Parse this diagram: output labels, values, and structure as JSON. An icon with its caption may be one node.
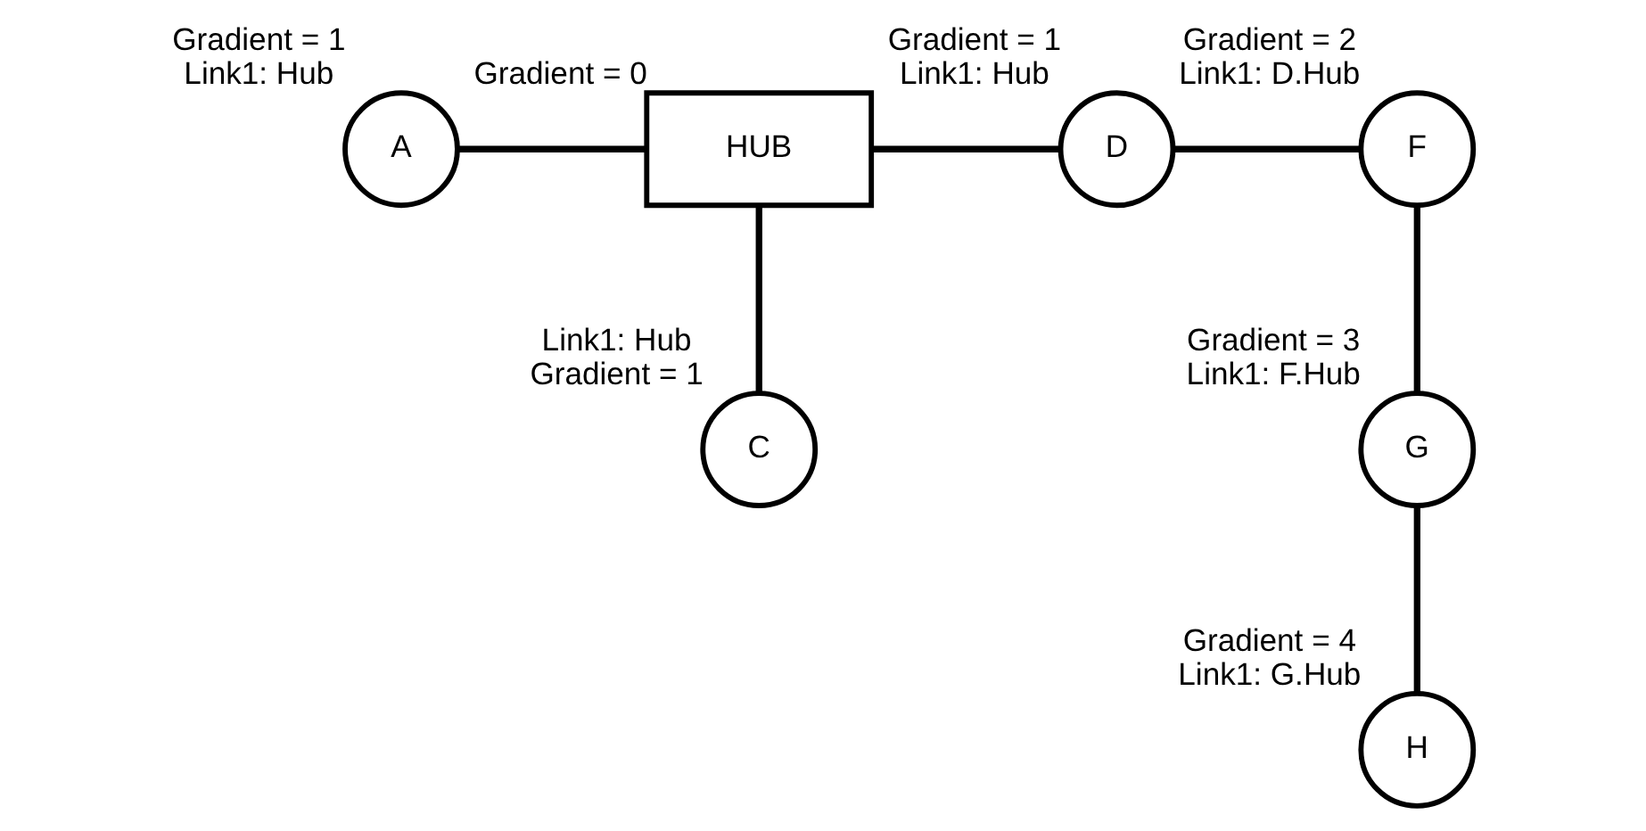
{
  "diagram": {
    "nodes": [
      {
        "text": [
          "A"
        ],
        "beside": [
          "Gradient = 1",
          "Link1: Hub"
        ]
      },
      {
        "text": [
          "HUB"
        ],
        "beside": [
          "Gradient = 0"
        ]
      },
      {
        "text": [
          "C"
        ],
        "beside": [
          "Link1: Hub",
          "Gradient = 1"
        ]
      },
      {
        "text": [
          "D"
        ],
        "beside": [
          "Gradient = 1",
          "Link1: Hub"
        ]
      },
      {
        "text": [
          "F"
        ],
        "beside": [
          "Gradient = 2",
          "Link1: D.Hub"
        ]
      },
      {
        "text": [
          "G"
        ],
        "beside": [
          "Gradient = 3",
          "Link1: F.Hub"
        ]
      },
      {
        "text": [
          "H"
        ],
        "beside": [
          "Gradient = 4",
          "Link1: G.Hub"
        ]
      }
    ],
    "edges": [
      {
        "from": 0,
        "to": 1,
        "arrow": "none"
      },
      {
        "from": 1,
        "to": 2,
        "arrow": "none"
      },
      {
        "from": 1,
        "to": 3,
        "arrow": "none"
      },
      {
        "from": 3,
        "to": 4,
        "arrow": "none"
      },
      {
        "from": 4,
        "to": 5,
        "arrow": "none"
      },
      {
        "from": 5,
        "to": 6,
        "arrow": "none"
      }
    ]
  }
}
